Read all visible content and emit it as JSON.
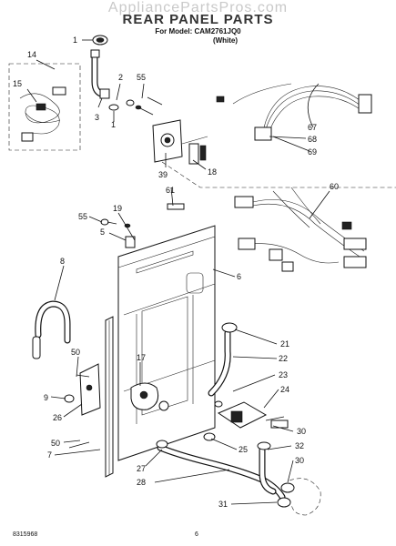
{
  "header": {
    "watermark": "AppliancePartsPros.com",
    "title": "REAR PANEL PARTS",
    "model": "For Model: CAM2761JQ0",
    "variant": "(White)"
  },
  "footer": {
    "part_number": "8315968",
    "page": "6"
  },
  "callouts": [
    "1",
    "1",
    "2",
    "3",
    "55",
    "14",
    "15",
    "39",
    "18",
    "67",
    "68",
    "69",
    "61",
    "60",
    "19",
    "55",
    "5",
    "8",
    "6",
    "21",
    "22",
    "23",
    "24",
    "50",
    "17",
    "9",
    "26",
    "50",
    "7",
    "25",
    "30",
    "32",
    "27",
    "30",
    "28",
    "31"
  ]
}
